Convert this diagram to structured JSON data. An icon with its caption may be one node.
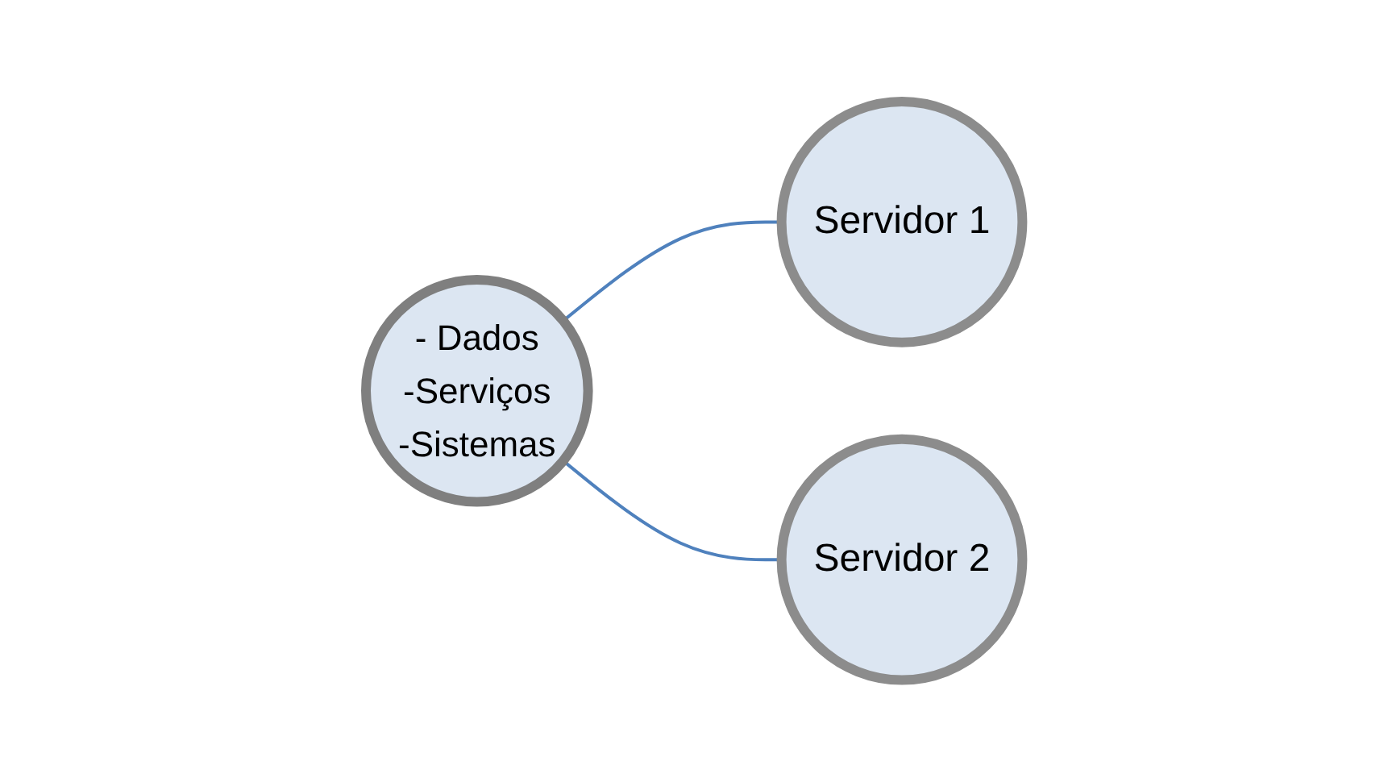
{
  "diagram": {
    "nodes": [
      {
        "text": [
          "- Dados",
          "-Serviços",
          "-Sistemas"
        ]
      },
      {
        "text": [
          "Servidor 1"
        ]
      },
      {
        "text": [
          "Servidor 2"
        ]
      }
    ],
    "edges": [
      {
        "from": 0,
        "to": 1,
        "arrow": "none"
      },
      {
        "from": 0,
        "to": 2,
        "arrow": "none"
      }
    ]
  }
}
